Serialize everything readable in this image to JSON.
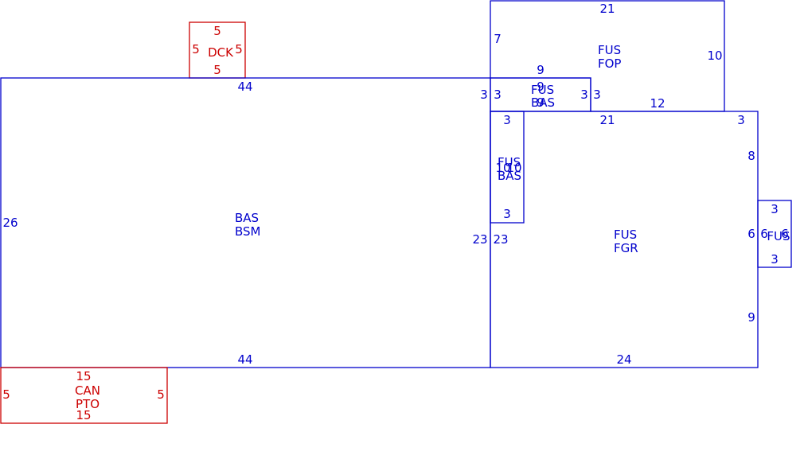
{
  "colors": {
    "main": "#0000cc",
    "secondary": "#cc0000",
    "background": "#ffffff"
  },
  "areas": {
    "dck": {
      "label": "DCK",
      "top": "5",
      "bottom": "5",
      "left": "5",
      "right": "5"
    },
    "bas_bsm": {
      "line1": "BAS",
      "line2": "BSM",
      "top": "44",
      "bottom": "44",
      "left": "26",
      "right": "23"
    },
    "can_pto": {
      "line1": "CAN",
      "line2": "PTO",
      "top": "15",
      "bottom": "15",
      "left": "5",
      "right": "5"
    },
    "fus_fop": {
      "line1": "FUS",
      "line2": "FOP",
      "top": "21",
      "left": "7",
      "right": "10",
      "bottom": "12",
      "inner": "9"
    },
    "fus_bas_small": {
      "line1": "FUS",
      "line2": "BAS",
      "top": "9",
      "bottom": "9",
      "left": "3",
      "right": "3",
      "outer_left": "3",
      "outer_right": "3"
    },
    "fus_bas_tall": {
      "line1": "FUS",
      "line2": "BAS",
      "top": "3",
      "bottom": "3",
      "side_left": "10",
      "side_right": "10"
    },
    "fus_fgr": {
      "line1": "FUS",
      "line2": "FGR",
      "top": "21",
      "top_right": "3",
      "right_upper": "8",
      "right_mid": "6",
      "right_lower": "9",
      "bottom": "24",
      "left": "23"
    },
    "fus_small": {
      "label": "FUS",
      "top": "3",
      "bottom": "3",
      "left": "6",
      "right": "6"
    }
  }
}
